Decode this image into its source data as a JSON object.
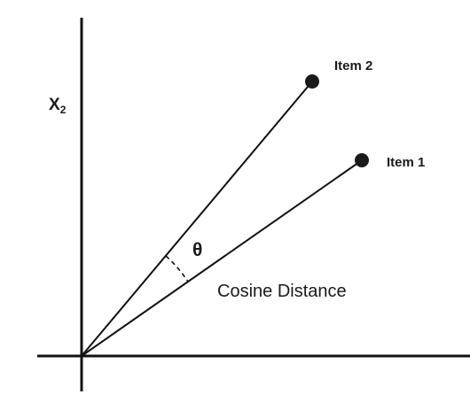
{
  "diagram": {
    "axis_label_y": "X",
    "axis_label_y_subscript": "2",
    "item2_label": "Item 2",
    "item1_label": "Item 1",
    "angle_label": "θ",
    "distance_label": "Cosine Distance",
    "colors": {
      "line": "#111111",
      "text": "#1a1a1a",
      "point": "#1a1a1a"
    }
  }
}
